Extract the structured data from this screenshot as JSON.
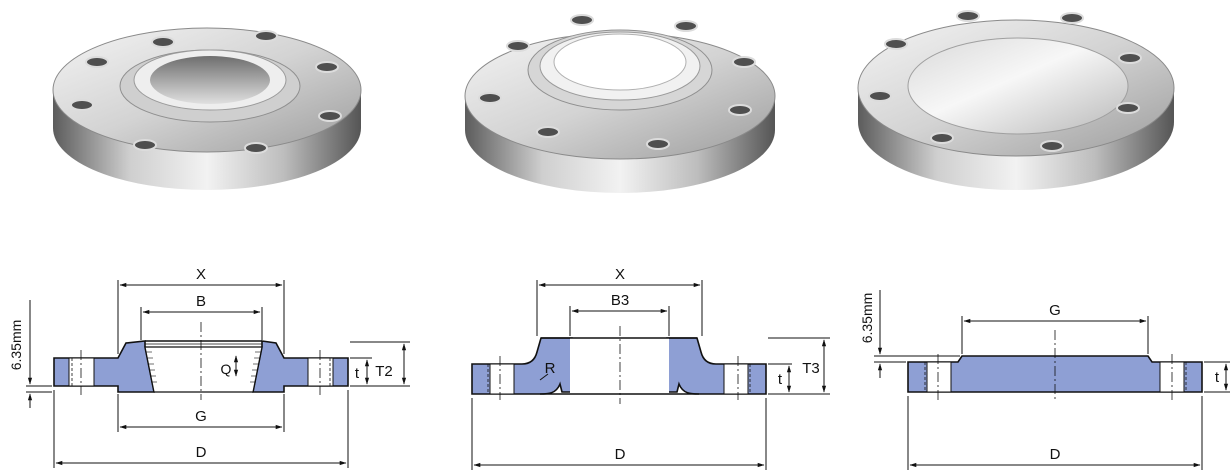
{
  "colors": {
    "section_fill": "#8e9fd4",
    "bore_fill": "#ffffff",
    "metal_light": "#e6e6e6",
    "metal_dark": "#7a7a7a"
  },
  "photos": [
    {
      "icon": "threaded-flange-photo"
    },
    {
      "icon": "lap-joint-flange-photo"
    },
    {
      "icon": "blind-flange-photo"
    }
  ],
  "drawing1": {
    "x": "X",
    "b": "B",
    "q": "Q",
    "g": "G",
    "d": "D",
    "t": "t",
    "t2": "T2",
    "raised_face": "6.35mm"
  },
  "drawing2": {
    "x": "X",
    "b3": "B3",
    "r": "R",
    "d": "D",
    "t": "t",
    "t3": "T3"
  },
  "drawing3": {
    "g": "G",
    "d": "D",
    "t": "t",
    "raised_face": "6.35mm"
  }
}
